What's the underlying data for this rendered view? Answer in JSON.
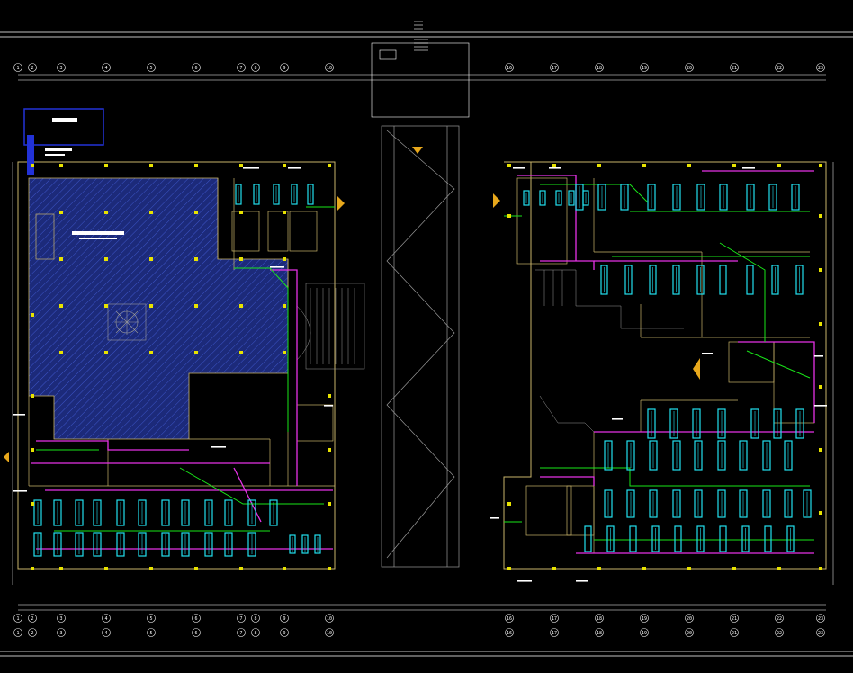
{
  "colors": {
    "background": "#000000",
    "frame": "#ffffff",
    "wall": "#c9b46a",
    "column": "#e8e300",
    "hatch_fill": "#1c2a7a",
    "hatch_line": "#3d55c8",
    "duct_green": "#19e619",
    "duct_magenta": "#e632e6",
    "terminal_cyan": "#22e0ee",
    "ramp_grey": "#9a9a9a",
    "legend_blue": "#2232d8"
  },
  "icons": {
    "north_marker": "triangle-marker-icon",
    "tree": "tree-planter-icon"
  },
  "axis_top": [
    "1",
    "2",
    "3",
    "4",
    "5",
    "6",
    "7",
    "8",
    "9",
    "10",
    "",
    "16",
    "17",
    "18",
    "19",
    "20",
    "21",
    "22",
    "23"
  ],
  "axis_bottom": [
    "1",
    "2",
    "3",
    "4",
    "5",
    "6",
    "7",
    "8",
    "9",
    "10",
    "",
    "16",
    "17",
    "18",
    "19",
    "20",
    "21",
    "22",
    "23"
  ]
}
